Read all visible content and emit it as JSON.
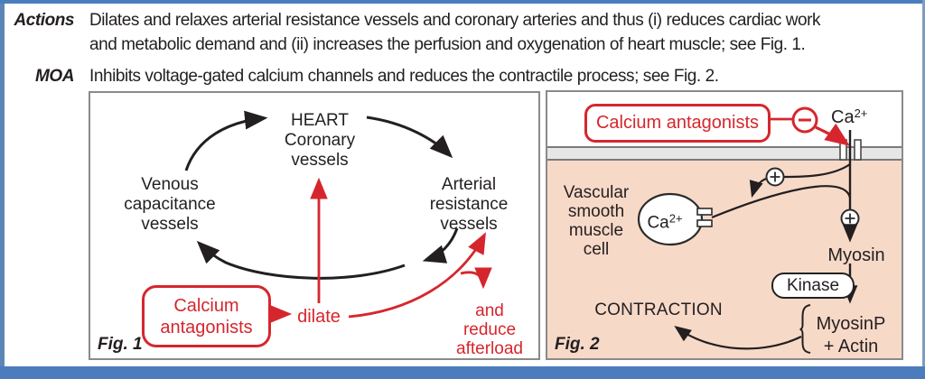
{
  "header": {
    "actions_label": "Actions",
    "actions_text": "Dilates and relaxes arterial resistance vessels and coronary arteries and thus (i) reduces cardiac work\nand metabolic demand and (ii) increases the perfusion and oxygenation of heart muscle; see Fig. 1.",
    "moa_label": "MOA",
    "moa_text": "Inhibits voltage-gated calcium channels and reduces the contractile process; see Fig. 2."
  },
  "fig1": {
    "label": "Fig. 1",
    "heart_block": "HEART\nCoronary\nvessels",
    "venous_block": "Venous\ncapacitance\nvessels",
    "arterial_block": "Arterial\nresistance\nvessels",
    "calcium_antagonists": "Calcium\nantagonists",
    "dilate": "dilate",
    "reduce_afterload": "and\nreduce\nafterload"
  },
  "fig2": {
    "label": "Fig. 2",
    "calcium_antagonists": "Calcium antagonists",
    "ca_extracellular": {
      "base": "Ca",
      "sup": "2+"
    },
    "cell_label": "Vascular\nsmooth\nmuscle\ncell",
    "ca_store": {
      "base": "Ca",
      "sup": "2+"
    },
    "myosin": "Myosin",
    "kinase": "Kinase",
    "myosinp_actin": "MyosinP\n+ Actin",
    "contraction": "CONTRACTION"
  },
  "colors": {
    "accent_red": "#d6262d",
    "ink_black": "#231f20",
    "cytoplasm_pink": "#f7d9c8",
    "membrane_gray": "#e6e6e6",
    "frame_blue": "#4c7cbd"
  }
}
